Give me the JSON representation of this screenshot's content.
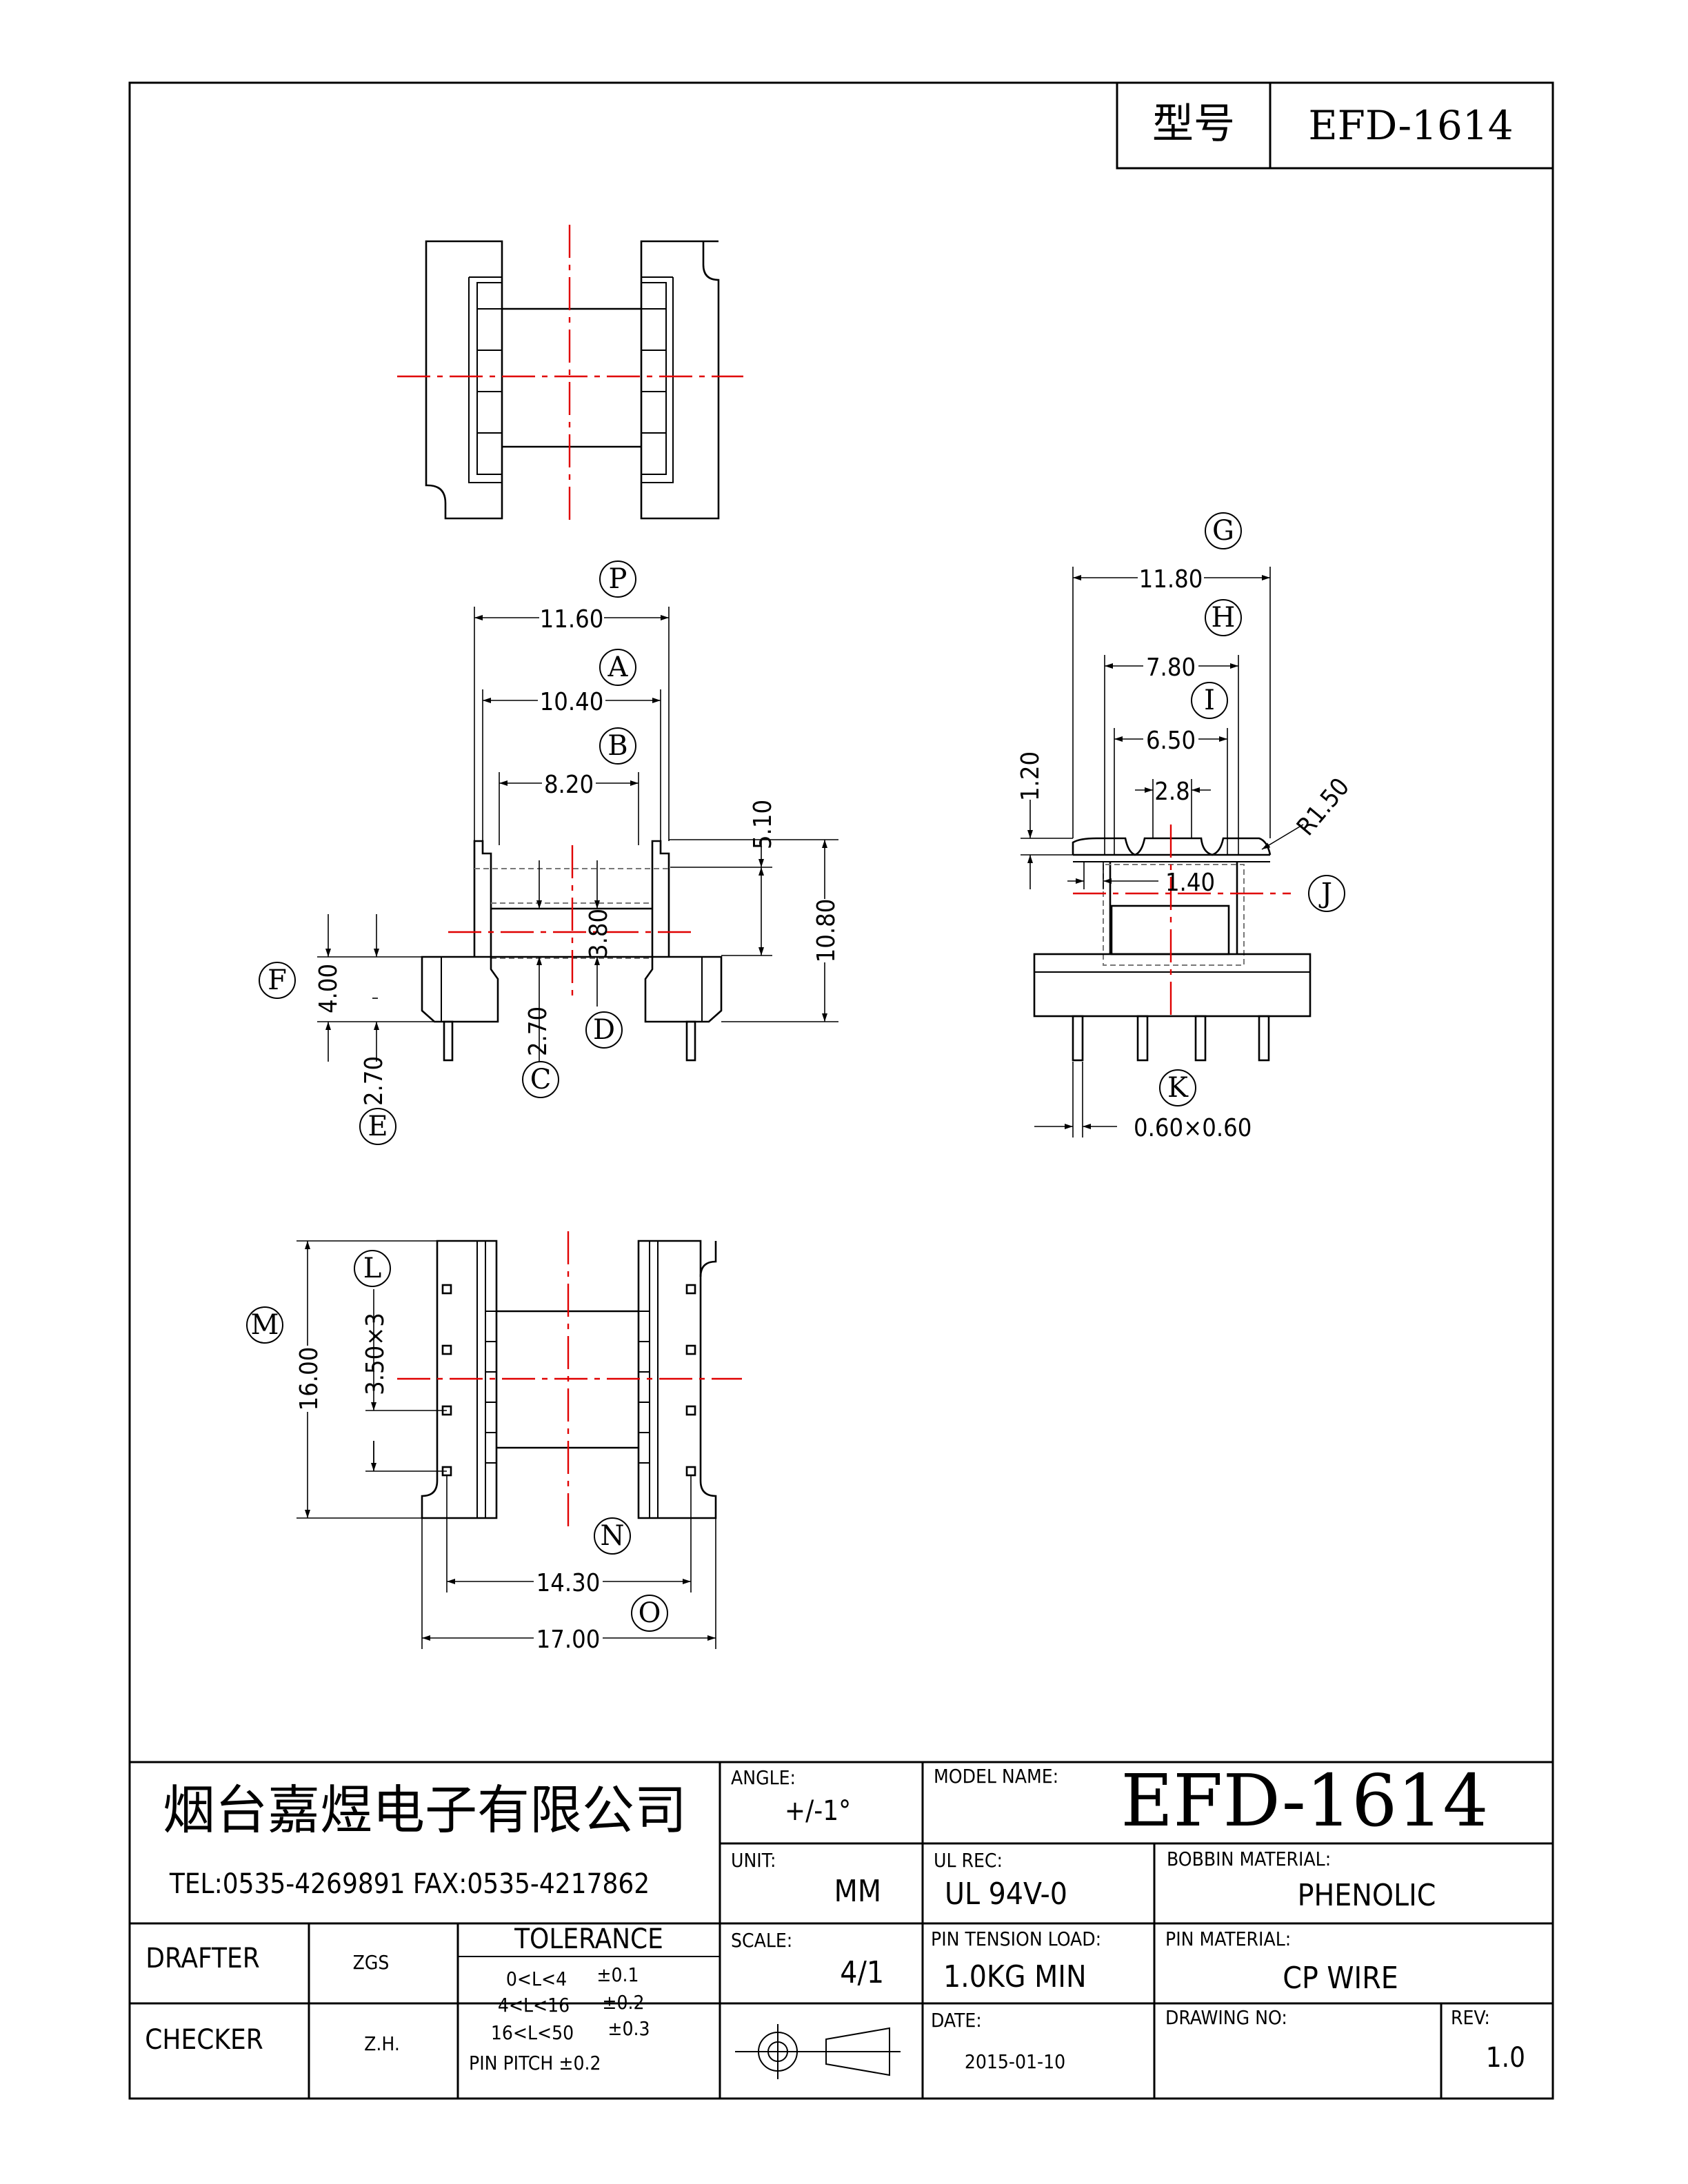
{
  "header": {
    "model_label": "型号",
    "model_value": "EFD-1614"
  },
  "dimensions": {
    "P": "11.60",
    "A": "10.40",
    "B": "8.20",
    "h510": "5.10",
    "h1080": "10.80",
    "h380": "3.80",
    "F": "4.00",
    "E": "2.70",
    "C": "2.70",
    "G": "11.80",
    "H": "7.80",
    "I": "6.50",
    "slot": "2.8",
    "h120": "1.20",
    "r150": "R1.50",
    "w140": "1.40",
    "K": "0.60×0.60",
    "L": "3.50×3",
    "M": "16.00",
    "N": "14.30",
    "O": "17.00"
  },
  "callouts": [
    "P",
    "A",
    "B",
    "F",
    "E",
    "C",
    "D",
    "G",
    "H",
    "I",
    "J",
    "K",
    "L",
    "M",
    "N",
    "O"
  ],
  "title_block": {
    "company": "烟台嘉煜电子有限公司",
    "contact": "TEL:0535-4269891  FAX:0535-4217862",
    "angle_label": "ANGLE:",
    "angle_value": "+/-1°",
    "model_name_label": "MODEL NAME:",
    "model_name_value": "EFD-1614",
    "unit_label": "UNIT:",
    "unit_value": "MM",
    "ul_label": "UL REC:",
    "ul_value": "UL 94V-0",
    "bobbin_label": "BOBBIN MATERIAL:",
    "bobbin_value": "PHENOLIC",
    "scale_label": "SCALE:",
    "scale_value": "4/1",
    "pin_tension_label": "PIN TENSION LOAD:",
    "pin_tension_value": "1.0KG MIN",
    "pin_material_label": "PIN MATERIAL:",
    "pin_material_value": "CP WIRE",
    "date_label": "DATE:",
    "date_value": "2015-01-10",
    "drawing_no_label": "DRAWING NO:",
    "rev_label": "REV:",
    "rev_value": "1.0",
    "drafter_label": "DRAFTER",
    "drafter_value": "ZGS",
    "checker_label": "CHECKER",
    "checker_value": "Z.H.",
    "tolerance_title": "TOLERANCE",
    "tolerance_rows": [
      {
        "range": "0<L<4",
        "tol": "±0.1"
      },
      {
        "range": "4<L<16",
        "tol": "±0.2"
      },
      {
        "range": "16<L<50",
        "tol": "±0.3"
      }
    ],
    "pin_pitch": "PIN PITCH  ±0.2"
  }
}
